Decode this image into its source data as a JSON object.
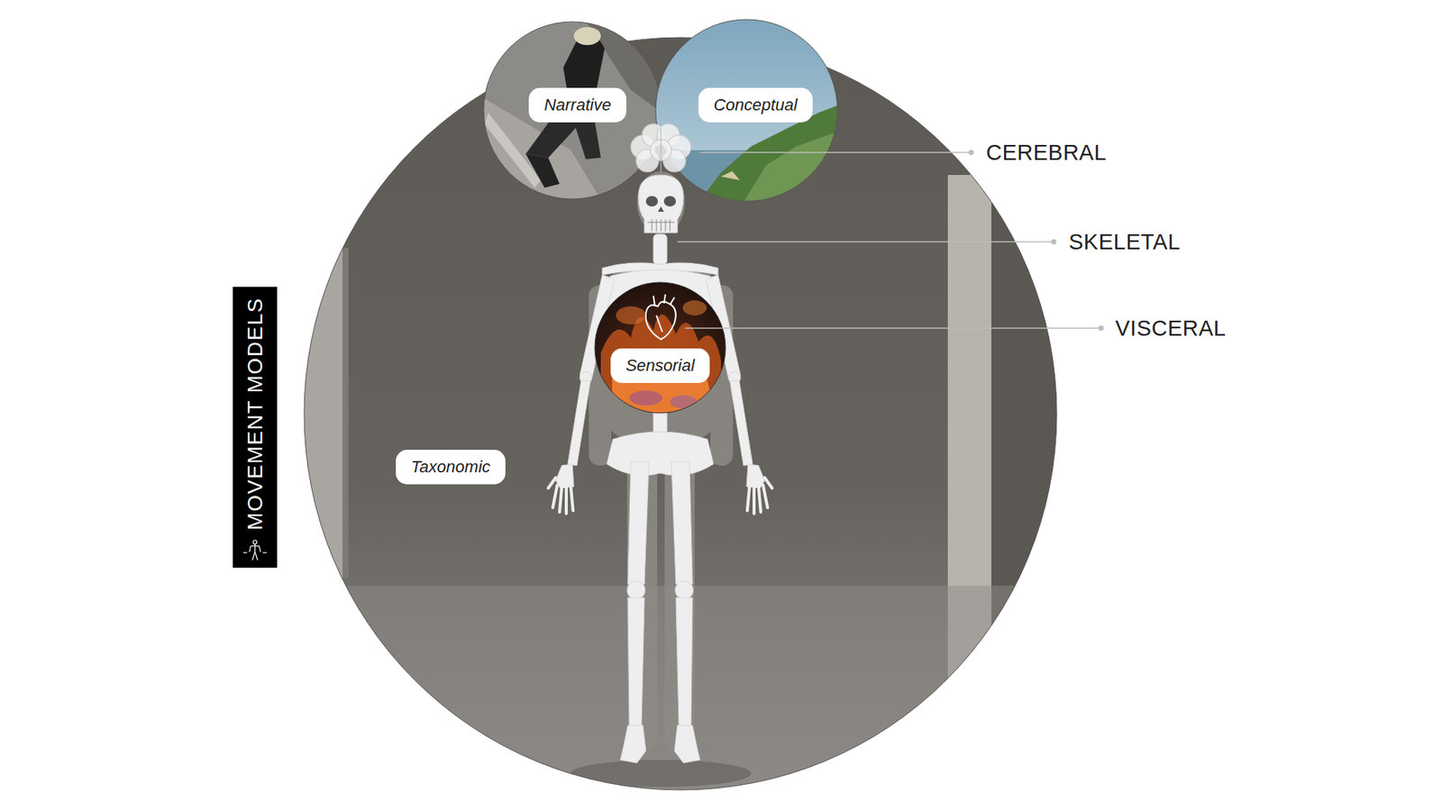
{
  "diagram": {
    "nodes": [
      {
        "text": [
          "MOVEMENT MODELS"
        ]
      },
      {
        "text": [
          "Taxonomic"
        ]
      },
      {
        "text": [
          "Narrative"
        ]
      },
      {
        "text": [
          "Conceptual"
        ]
      },
      {
        "text": [
          "Sensorial"
        ],
        "in": 1
      }
    ],
    "labels": [
      "CEREBRAL",
      "SKELETAL",
      "VISCERAL"
    ]
  }
}
